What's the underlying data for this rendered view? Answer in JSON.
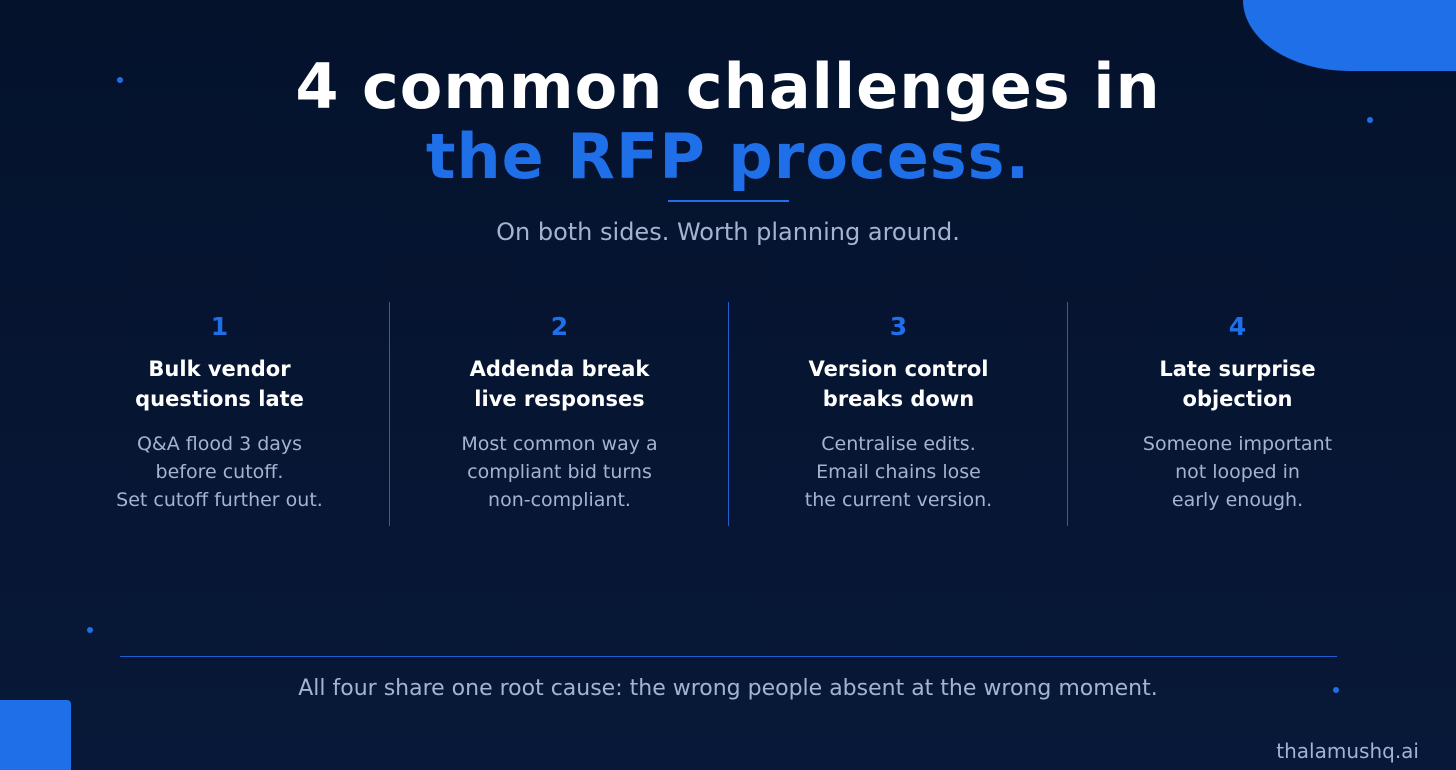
{
  "title": {
    "line1": "4 common challenges in",
    "line2": "the RFP process."
  },
  "subtitle": "On both sides. Worth planning around.",
  "challenges": [
    {
      "number": "1",
      "heading": [
        "Bulk vendor",
        "questions late"
      ],
      "body": [
        "Q&A flood 3 days",
        "before cutoff.",
        "Set cutoff further out."
      ]
    },
    {
      "number": "2",
      "heading": [
        "Addenda break",
        "live responses"
      ],
      "body": [
        "Most common way a",
        "compliant bid turns",
        "non-compliant."
      ]
    },
    {
      "number": "3",
      "heading": [
        "Version control",
        "breaks down"
      ],
      "body": [
        "Centralise edits.",
        "Email chains lose",
        "the current version."
      ]
    },
    {
      "number": "4",
      "heading": [
        "Late surprise",
        "objection"
      ],
      "body": [
        "Someone important",
        "not looped in",
        "early enough."
      ]
    }
  ],
  "footer": "All four share one root cause: the wrong people absent at the wrong moment.",
  "brand": "thalamushq.ai",
  "colors": {
    "accent": "#1f6fe8",
    "background": "#04122c",
    "muted_text": "#a3b4d1"
  }
}
